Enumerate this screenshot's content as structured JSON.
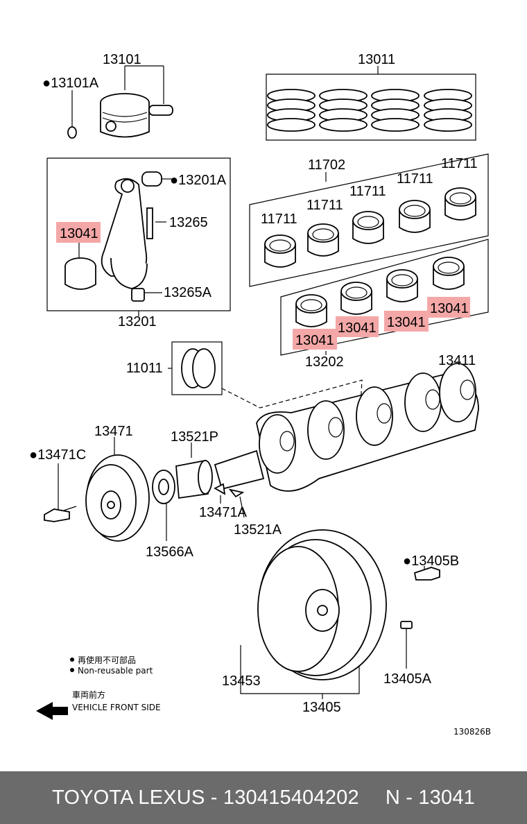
{
  "labels": {
    "p13101": "13101",
    "p13101A": "●13101A",
    "p13011": "13011",
    "p11702": "11702",
    "p11711_a": "11711",
    "p11711_b": "11711",
    "p11711_c": "11711",
    "p11711_d": "11711",
    "p11711_e": "11711",
    "p13201A": "●13201A",
    "p13265": "13265",
    "p13265A": "13265A",
    "p13201": "13201",
    "p13202": "13202",
    "p11011": "11011",
    "p13411": "13411",
    "p13471": "13471",
    "p13521P": "13521P",
    "p13471C": "●13471C",
    "p13471A": "13471A",
    "p13521A": "13521A",
    "p13566A": "13566A",
    "p13405B": "●13405B",
    "p13453": "13453",
    "p13405A": "13405A",
    "p13405": "13405",
    "diagram_code": "130826B"
  },
  "highlight_label": "13041",
  "legend": {
    "non_reusable_jp": "再使用不可部品",
    "non_reusable_en": "Non-reusable part",
    "front_jp": "車両前方",
    "front_en": "VEHICLE FRONT SIDE"
  },
  "footer": {
    "brand": "TOYOTA LEXUS",
    "part_number": "130415404202",
    "ref": "N - 13041",
    "separator": " - "
  },
  "colors": {
    "highlight": "#f4a7a7",
    "footer_bg": "#6b6b6b",
    "footer_text": "#ffffff"
  }
}
